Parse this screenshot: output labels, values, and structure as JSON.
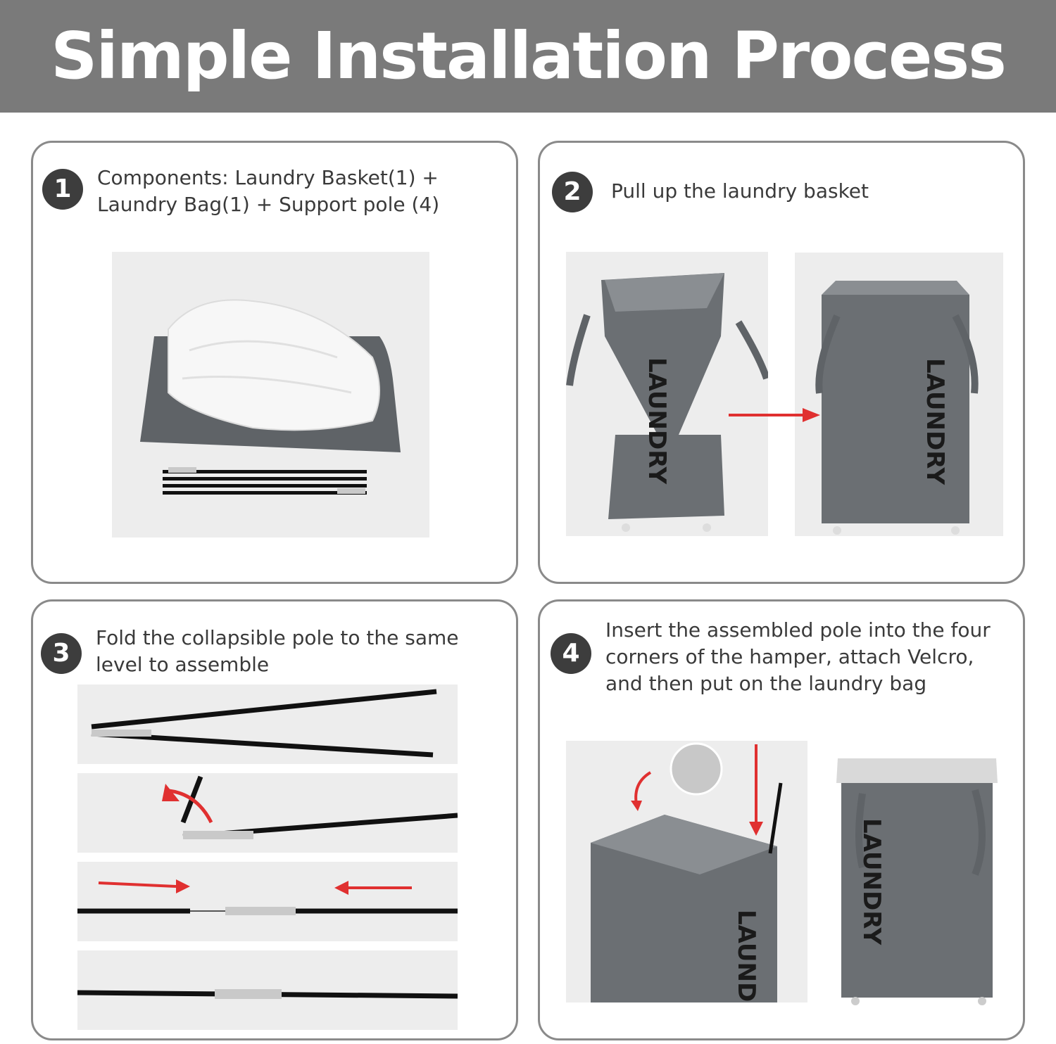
{
  "title": "Simple Installation Process",
  "steps": [
    {
      "number": "1",
      "text": "Components: Laundry Basket(1) + Laundry Bag(1) + Support pole (4)"
    },
    {
      "number": "2",
      "text": "Pull up the laundry basket"
    },
    {
      "number": "3",
      "text": "Fold the collapsible pole to the same level to assemble"
    },
    {
      "number": "4",
      "text": "Insert the assembled pole into the four corners of the hamper, attach Velcro, and then put on the laundry bag"
    }
  ],
  "hamper_label": "LAUNDRY",
  "colors": {
    "banner": "#7a7a7a",
    "badge": "#3d3d3d",
    "hamper": "#6b6f73",
    "arrow": "#e03030",
    "border": "#8a8a8a"
  }
}
